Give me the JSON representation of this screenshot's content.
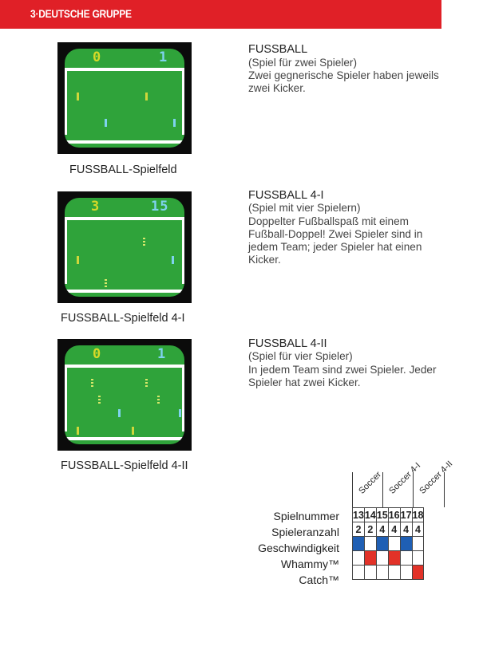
{
  "header": {
    "section": "3·DEUTSCHE GRUPPE"
  },
  "games": [
    {
      "title": "FUSSBALL",
      "subtitle": "(Spiel für zwei Spieler)",
      "description": "Zwei gegnerische Spieler haben jeweils zwei Kicker.",
      "caption": "FUSSBALL-Spielfeld",
      "score_left": "0",
      "score_right": "1"
    },
    {
      "title": "FUSSBALL 4-I",
      "subtitle": "(Spiel mit vier Spielern)",
      "description": "Doppelter Fußballspaß mit einem Fußball-Doppel! Zwei Spieler sind in jedem Team; jeder Spieler hat einen Kicker.",
      "caption": "FUSSBALL-Spielfeld 4-I",
      "score_left": "3",
      "score_right": "15"
    },
    {
      "title": "FUSSBALL 4-II",
      "subtitle": "(Spiel für vier Spieler)",
      "description": "In jedem Team sind zwei Spieler. Jeder Spieler hat zwei Kicker.",
      "caption": "FUSSBALL-Spielfeld 4-II",
      "score_left": "0",
      "score_right": "1"
    }
  ],
  "table": {
    "groups": [
      "Soccer",
      "Soccer 4-I",
      "Soccer 4-II"
    ],
    "row_labels": [
      "Spielnummer",
      "Spieleranzahl",
      "Geschwindigkeit",
      "Whammy™",
      "Catch™"
    ],
    "game_numbers": [
      "13",
      "14",
      "15",
      "16",
      "17",
      "18"
    ],
    "player_counts": [
      "2",
      "2",
      "4",
      "4",
      "4",
      "4"
    ],
    "speed_fill": [
      "#1f5fb4",
      "#ffffff",
      "#1f5fb4",
      "#ffffff",
      "#1f5fb4",
      "#ffffff"
    ],
    "whammy_fill": [
      "#ffffff",
      "#e23228",
      "#ffffff",
      "#e23228",
      "#ffffff",
      "#ffffff"
    ],
    "catch_fill": [
      "#ffffff",
      "#ffffff",
      "#ffffff",
      "#ffffff",
      "#ffffff",
      "#e23228"
    ]
  }
}
